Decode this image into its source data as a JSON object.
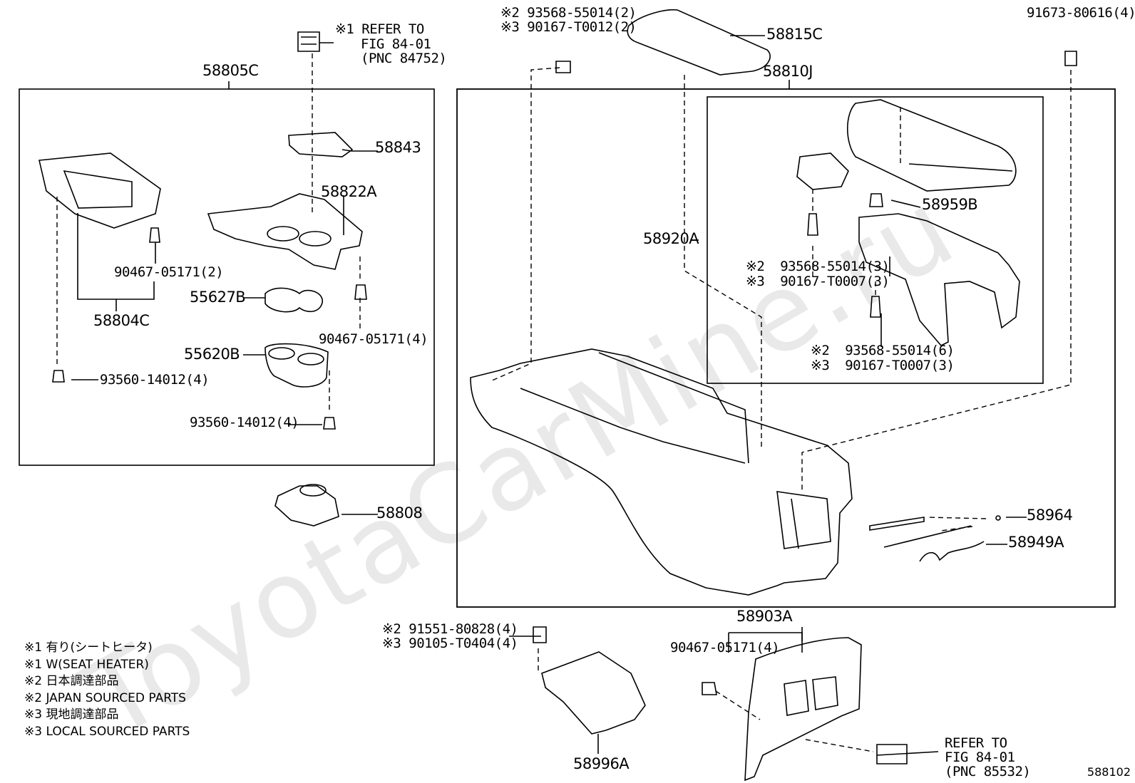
{
  "watermark": "ToyotaCarMine.ru",
  "figure_number": "588102",
  "legend": [
    "※1 有り(シートヒータ)",
    "※1 W(SEAT HEATER)",
    "※2 日本調達部品",
    "※2 JAPAN SOURCED PARTS",
    "※3 現地調達部品",
    "※3 LOCAL SOURCED PARTS"
  ],
  "labels": {
    "p58805C": "58805C",
    "refer1_l1": "※1 REFER TO",
    "refer1_l2": "FIG 84-01",
    "refer1_l3": "(PNC 84752)",
    "p58843": "58843",
    "p58822A": "58822A",
    "p90467_05171_2": "90467-05171(2)",
    "p58804C": "58804C",
    "p55627B": "55627B",
    "p90467_05171_4a": "90467-05171(4)",
    "p55620B": "55620B",
    "p93560_14012_4a": "93560-14012(4)",
    "p93560_14012_4b": "93560-14012(4)",
    "p58808": "58808",
    "top_l1": "※2 93568-55014(2)",
    "top_l2": "※3 90167-T0012(2)",
    "p58815C": "58815C",
    "p58810J": "58810J",
    "p91673": "91673-80616(4)",
    "p58959B": "58959B",
    "p58920A": "58920A",
    "mid_l1": "※2  93568-55014(3)",
    "mid_l2": "※3  90167-T0007(3)",
    "low_l1": "※2  93568-55014(6)",
    "low_l2": "※3  90167-T0007(3)",
    "p58964": "58964",
    "p58949A": "58949A",
    "p58903A": "58903A",
    "bot_l1": "※2 91551-80828(4)",
    "bot_l2": "※3 90105-T0404(4)",
    "p90467_05171_4b": "90467-05171(4)",
    "p58996A": "58996A",
    "refer2_l1": "REFER TO",
    "refer2_l2": "FIG 84-01",
    "refer2_l3": "(PNC 85532)"
  }
}
